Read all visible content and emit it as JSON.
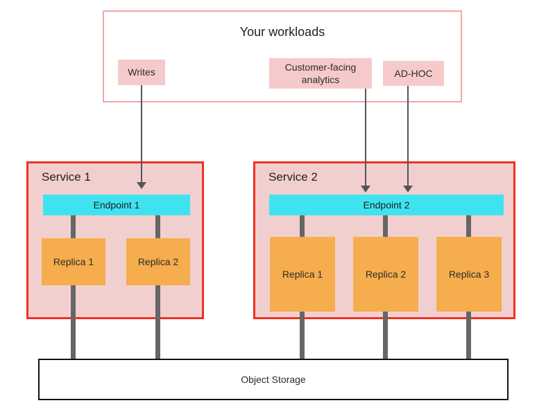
{
  "diagram": {
    "workloads": {
      "title": "Your workloads",
      "items": [
        {
          "label": "Writes"
        },
        {
          "label": "Customer-facing analytics"
        },
        {
          "label": "AD-HOC"
        }
      ]
    },
    "services": [
      {
        "name": "Service 1",
        "endpoint": "Endpoint 1",
        "replicas": [
          {
            "label": "Replica 1"
          },
          {
            "label": "Replica 2"
          }
        ]
      },
      {
        "name": "Service 2",
        "endpoint": "Endpoint 2",
        "replicas": [
          {
            "label": "Replica 1"
          },
          {
            "label": "Replica 2"
          },
          {
            "label": "Replica 3"
          }
        ]
      }
    ],
    "storage": {
      "label": "Object Storage"
    }
  },
  "colors": {
    "workloads_border": "#f0a6a6",
    "workload_item_bg": "#f6caca",
    "service_border": "#ef3124",
    "service_bg": "#f2cfcf",
    "endpoint_bg": "#3fe3f0",
    "replica_bg": "#f5ad4d",
    "connector": "#666666",
    "arrow": "#555555",
    "storage_border": "#111111",
    "text": "#333333"
  }
}
